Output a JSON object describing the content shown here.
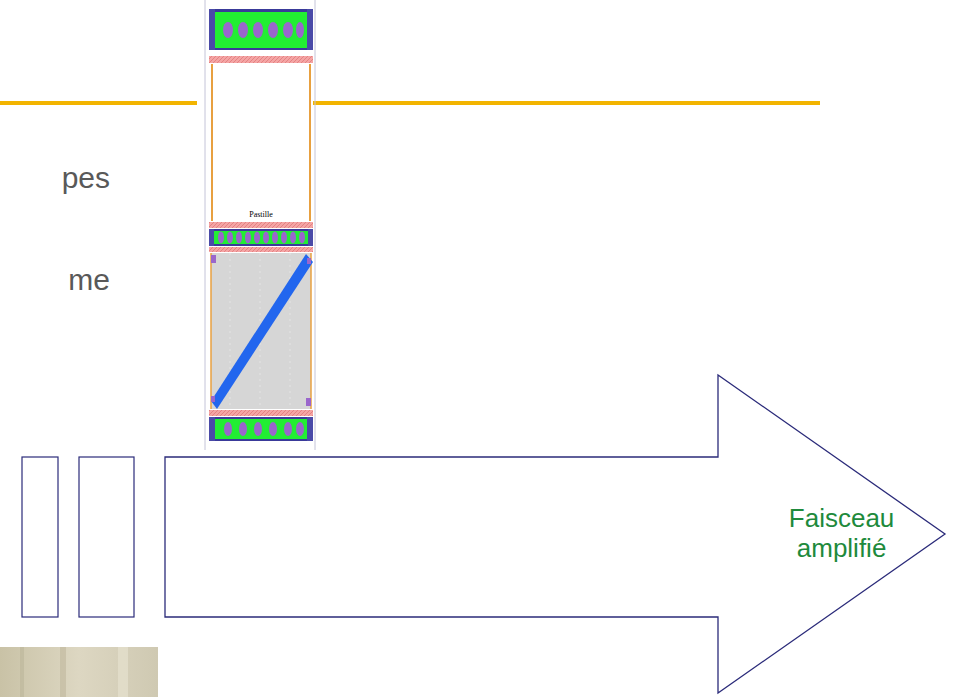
{
  "diagram": {
    "nodes": [
      {
        "text": [
          "Faisceau amplifié"
        ]
      }
    ],
    "labels": [
      "pes",
      "Pastille",
      "me"
    ]
  }
}
